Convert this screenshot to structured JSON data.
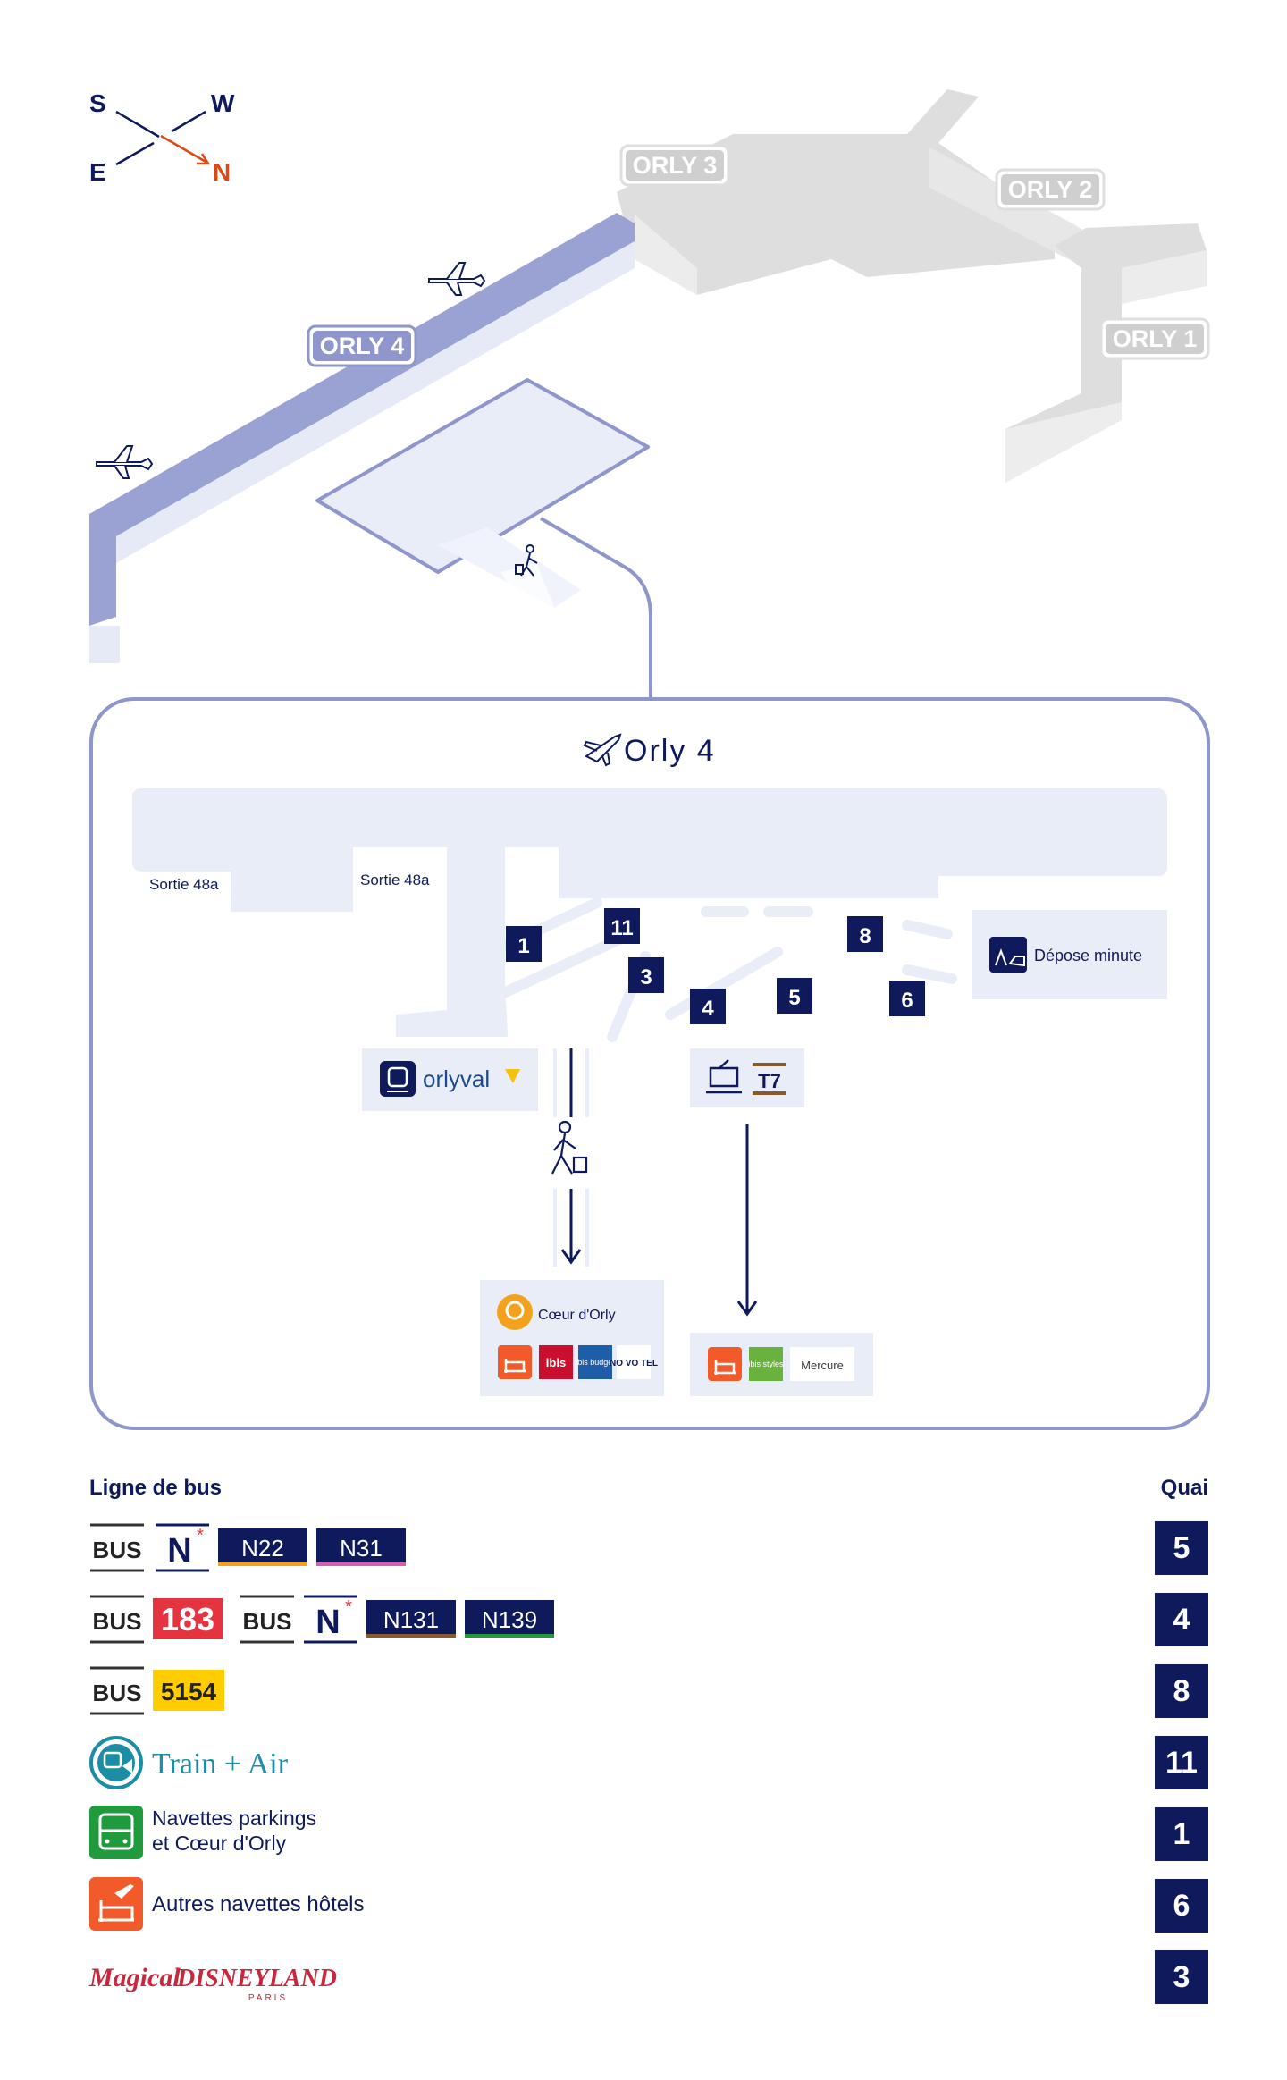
{
  "compass": {
    "s": "S",
    "w": "W",
    "e": "E",
    "n": "N"
  },
  "overview": {
    "orly4": "ORLY 4",
    "orly3": "ORLY 3",
    "orly2": "ORLY 2",
    "orly1": "ORLY 1"
  },
  "detail": {
    "title": "Orly 4",
    "exit_left": "Sortie 48a",
    "exit_right": "Sortie 48a",
    "drop_off": "Dépose minute",
    "orlyval": "orlyval",
    "tram": "T7",
    "coeur": "Cœur d'Orly",
    "novotel": "NO VO TEL",
    "mercure": "Mercure",
    "ibis": "ibis",
    "ibis_budget": "ibis budget",
    "ibis_styles": "ibis styles",
    "stops": [
      "1",
      "11",
      "3",
      "4",
      "5",
      "8",
      "6"
    ]
  },
  "legend": {
    "header_left": "Ligne de bus",
    "header_right": "Quai",
    "bus": "BUS",
    "noctilien": "N",
    "rows": [
      {
        "lines": [
          "N22",
          "N31"
        ],
        "quai": "5"
      },
      {
        "lines": [
          "183",
          "N131",
          "N139"
        ],
        "quai": "4"
      },
      {
        "lines": [
          "5154"
        ],
        "quai": "8"
      },
      {
        "label": "Train + Air",
        "quai": "11"
      },
      {
        "label_line1": "Navettes parkings",
        "label_line2": "et Cœur d'Orly",
        "quai": "1"
      },
      {
        "label": "Autres navettes hôtels",
        "quai": "6"
      },
      {
        "label_line1": "Magical",
        "label_line2": "DISNEYLAND",
        "label_line3": "PARIS",
        "quai": "3"
      }
    ]
  },
  "colors": {
    "navy": "#0e1a5c",
    "periwinkle": "#8e96cc",
    "pale": "#e9edf8",
    "grey": "#dedede",
    "red": "#e63340",
    "orange": "#f25a2a",
    "teal": "#1b8ea6",
    "green": "#1f9a3c",
    "yellow": "#ffcd00"
  }
}
